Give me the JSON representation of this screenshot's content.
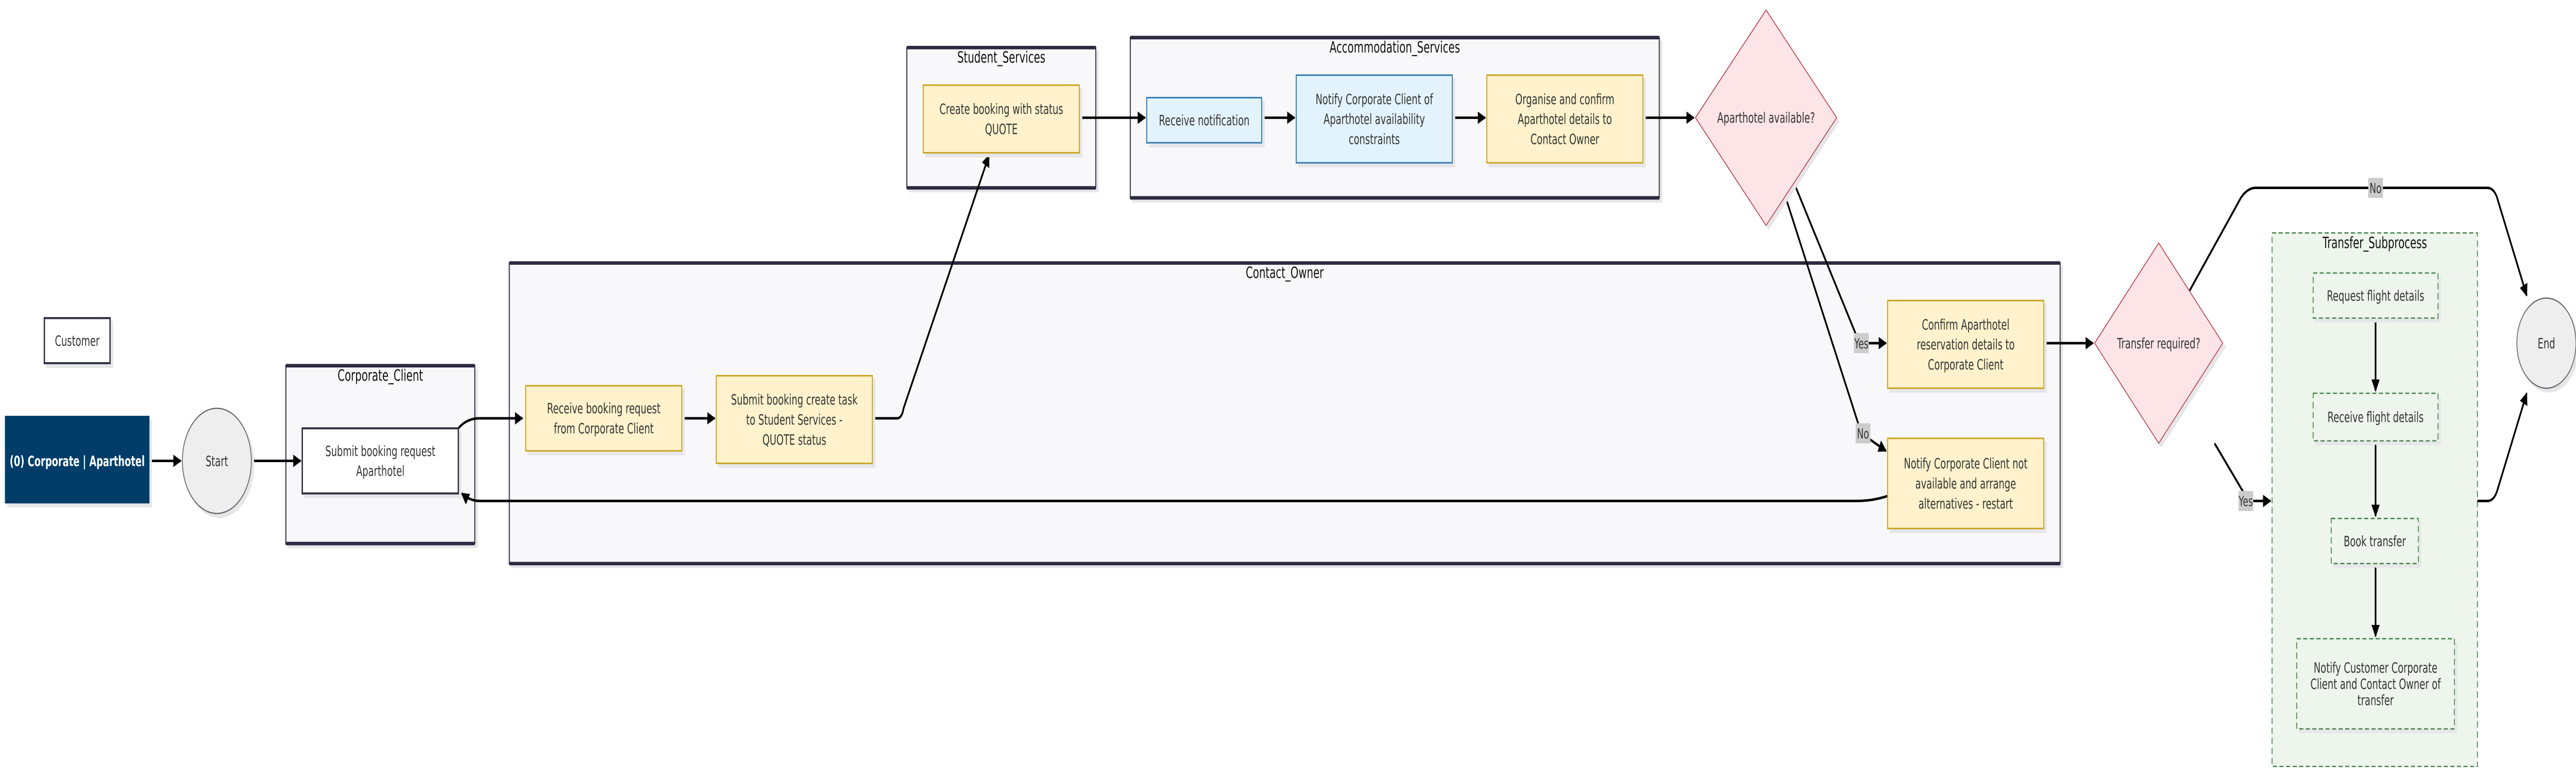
{
  "colors": {
    "dark_box": "#033d68",
    "task_yellow": "#fff2cc",
    "task_yellow_border": "#c9a21a",
    "task_blue": "#e3f3fd",
    "task_blue_border": "#2e78b0",
    "decision": "#fce4e7",
    "decision_border": "#b82d3b",
    "subprocess": "#edf5ec",
    "subprocess_border": "#3e7f45",
    "event": "#eeeeee"
  },
  "legend": {
    "customer": "Customer"
  },
  "entry": {
    "label": "(0) Corporate | Aparthotel"
  },
  "start": {
    "label": "Start"
  },
  "end": {
    "label": "End"
  },
  "lanes": {
    "corporate_client": "Corporate_Client",
    "contact_owner": "Contact_Owner",
    "student_services": "Student_Services",
    "accommodation_services": "Accommodation_Services",
    "transfer_subprocess": "Transfer_Subprocess"
  },
  "tasks": {
    "submit_request": [
      "Submit booking request",
      "Aparthotel"
    ],
    "receive_request": [
      "Receive booking request",
      "from Corporate Client"
    ],
    "create_task": [
      "Submit booking create task",
      "to Student Services -",
      "QUOTE status"
    ],
    "create_booking": [
      "Create booking with status",
      "QUOTE"
    ],
    "receive_notification": [
      "Receive notification"
    ],
    "notify_constraints": [
      "Notify Corporate Client of",
      "Aparthotel availability",
      "constraints"
    ],
    "organise_confirm": [
      "Organise and confirm",
      "Aparthotel details to",
      "Contact Owner"
    ],
    "confirm_reservation": [
      "Confirm Aparthotel",
      "reservation details to",
      "Corporate Client"
    ],
    "notify_unavailable": [
      "Notify Corporate Client not",
      "available and arrange",
      "alternatives - restart"
    ],
    "request_flight": [
      "Request flight details"
    ],
    "receive_flight": [
      "Receive flight details"
    ],
    "book_transfer": [
      "Book transfer"
    ],
    "notify_transfer": [
      "Notify Customer Corporate",
      "Client and Contact Owner of",
      "transfer"
    ]
  },
  "decisions": {
    "aparthotel_available": [
      "Aparthotel available?"
    ],
    "transfer_required": [
      "Transfer required?"
    ]
  },
  "edge_labels": {
    "yes1": "Yes",
    "no1": "No",
    "no2": "No",
    "yes2": "Yes"
  }
}
